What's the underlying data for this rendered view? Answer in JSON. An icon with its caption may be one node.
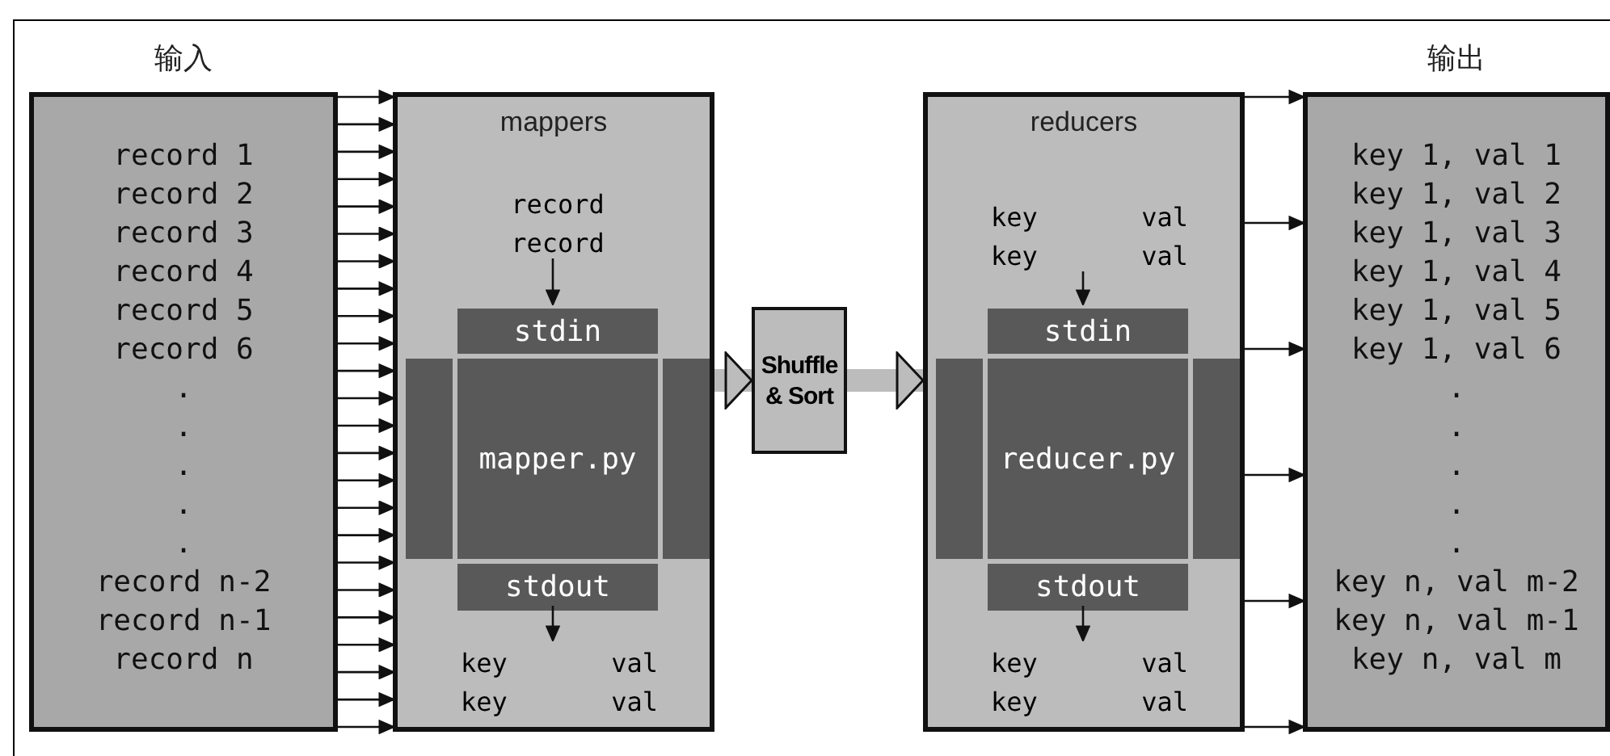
{
  "diagram": {
    "nodes": [
      {
        "text": [
          "输入",
          "record 1",
          "record 2",
          "record 3",
          "record 4",
          "record 5",
          "record 6",
          ".",
          ".",
          ".",
          ".",
          ".",
          "record n-2",
          "record n-1",
          "record n"
        ]
      },
      {
        "text": [
          "mappers"
        ]
      },
      {
        "text": [
          "record",
          "record"
        ],
        "in": 1
      },
      {
        "text": [
          "stdin"
        ],
        "in": 1
      },
      {
        "text": [],
        "shape": "box",
        "in": 1
      },
      {
        "text": [
          "mapper.py"
        ],
        "in": 1
      },
      {
        "text": [],
        "shape": "box",
        "in": 1
      },
      {
        "text": [
          "stdout"
        ],
        "in": 1
      },
      {
        "text": [
          "key",
          "val",
          "key",
          "val"
        ],
        "in": 1
      },
      {
        "text": [
          "Shuffle & Sort"
        ]
      },
      {
        "text": [
          "reducers"
        ]
      },
      {
        "text": [
          "key",
          "val",
          "key",
          "val"
        ],
        "in": 10
      },
      {
        "text": [
          "stdin"
        ],
        "in": 10
      },
      {
        "text": [],
        "shape": "box",
        "in": 10
      },
      {
        "text": [
          "reducer.py"
        ],
        "in": 10
      },
      {
        "text": [],
        "shape": "box",
        "in": 10
      },
      {
        "text": [
          "stdout"
        ],
        "in": 10
      },
      {
        "text": [
          "key",
          "val",
          "key",
          "val"
        ],
        "in": 10
      },
      {
        "text": [
          "输出",
          "key 1, val 1",
          "key 1, val 2",
          "key 1, val 3",
          "key 1, val 4",
          "key 1, val 5",
          "key 1, val 6",
          ".",
          ".",
          ".",
          ".",
          ".",
          "key n, val m-2",
          "key n, val m-1",
          "key n, val m"
        ]
      }
    ],
    "edges": [
      {
        "from": 0,
        "to": 1,
        "arrow": "to"
      },
      {
        "from": 0,
        "to": 1,
        "arrow": "to"
      },
      {
        "from": 0,
        "to": 1,
        "arrow": "to"
      },
      {
        "from": 0,
        "to": 1,
        "arrow": "to"
      },
      {
        "from": 0,
        "to": 1,
        "arrow": "to"
      },
      {
        "from": 0,
        "to": 1,
        "arrow": "to"
      },
      {
        "from": 0,
        "to": 1,
        "arrow": "to"
      },
      {
        "from": 0,
        "to": 1,
        "arrow": "to"
      },
      {
        "from": 0,
        "to": 1,
        "arrow": "to"
      },
      {
        "from": 0,
        "to": 1,
        "arrow": "to"
      },
      {
        "from": 0,
        "to": 1,
        "arrow": "to"
      },
      {
        "from": 0,
        "to": 1,
        "arrow": "to"
      },
      {
        "from": 0,
        "to": 1,
        "arrow": "to"
      },
      {
        "from": 0,
        "to": 1,
        "arrow": "to"
      },
      {
        "from": 0,
        "to": 1,
        "arrow": "to"
      },
      {
        "from": 0,
        "to": 1,
        "arrow": "to"
      },
      {
        "from": 0,
        "to": 1,
        "arrow": "to"
      },
      {
        "from": 0,
        "to": 1,
        "arrow": "to"
      },
      {
        "from": 0,
        "to": 1,
        "arrow": "to"
      },
      {
        "from": 0,
        "to": 1,
        "arrow": "to"
      },
      {
        "from": 0,
        "to": 1,
        "arrow": "to"
      },
      {
        "from": 0,
        "to": 1,
        "arrow": "to"
      },
      {
        "from": 0,
        "to": 1,
        "arrow": "to"
      },
      {
        "from": 0,
        "to": 1,
        "arrow": "to"
      },
      {
        "from": 2,
        "to": 3,
        "arrow": "to"
      },
      {
        "from": 7,
        "to": 8,
        "arrow": "to"
      },
      {
        "from": 1,
        "to": 9,
        "arrow": "to",
        "style": "thick",
        "color": "#bcbcbc"
      },
      {
        "from": 9,
        "to": 10,
        "arrow": "to",
        "style": "thick",
        "color": "#bcbcbc"
      },
      {
        "from": 11,
        "to": 12,
        "arrow": "to"
      },
      {
        "from": 16,
        "to": 17,
        "arrow": "to"
      },
      {
        "from": 10,
        "to": 18,
        "arrow": "to"
      },
      {
        "from": 10,
        "to": 18,
        "arrow": "to"
      },
      {
        "from": 10,
        "to": 18,
        "arrow": "to"
      },
      {
        "from": 10,
        "to": 18,
        "arrow": "to"
      },
      {
        "from": 10,
        "to": 18,
        "arrow": "to"
      },
      {
        "from": 10,
        "to": 18,
        "arrow": "to"
      }
    ]
  }
}
